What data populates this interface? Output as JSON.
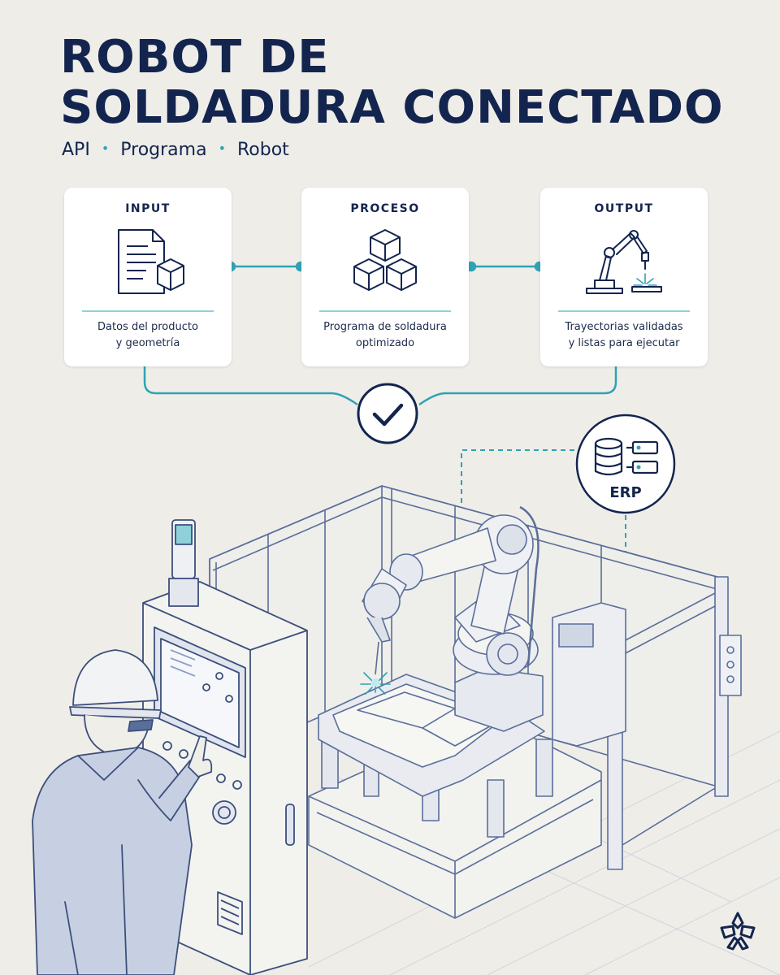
{
  "header": {
    "title_line1": "ROBOT DE",
    "title_line2": "SOLDADURA CONECTADO",
    "subtitle_items": [
      "API",
      "Programa",
      "Robot"
    ],
    "subtitle_separator": "•"
  },
  "cards": [
    {
      "title": "INPUT",
      "icon": "document-cube-icon",
      "desc_line1": "Datos del producto",
      "desc_line2": "y geometría"
    },
    {
      "title": "PROCESO",
      "icon": "stacked-cubes-icon",
      "desc_line1": "Programa de soldadura",
      "desc_line2": "optimizado"
    },
    {
      "title": "OUTPUT",
      "icon": "robot-arm-welding-icon",
      "desc_line1": "Trayectorias validadas",
      "desc_line2": "y listas para ejecutar"
    }
  ],
  "status": {
    "icon": "checkmark-icon"
  },
  "erp": {
    "label": "ERP",
    "icon": "database-server-icon"
  },
  "colors": {
    "background": "#efede8",
    "navy": "#13254f",
    "accent_teal": "#2fa3b3",
    "card": "#ffffff",
    "line_art": "#5a6e9a"
  }
}
